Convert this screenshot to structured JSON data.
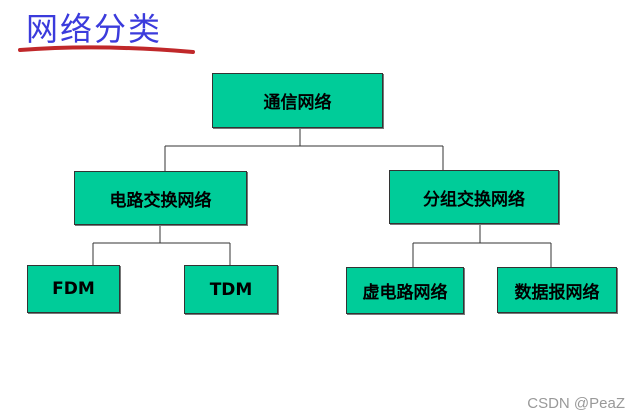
{
  "title": "网络分类",
  "root": "通信网络",
  "circuit": {
    "label": "电路交换网络",
    "children": [
      "FDM",
      "TDM"
    ]
  },
  "packet": {
    "label": "分组交换网络",
    "children": [
      "虚电路网络",
      "数据报网络"
    ]
  },
  "watermark": "CSDN @PeaZ",
  "colors": {
    "box": "#00cc99",
    "title": "#3b3bdc",
    "underline": "#c0282a"
  }
}
